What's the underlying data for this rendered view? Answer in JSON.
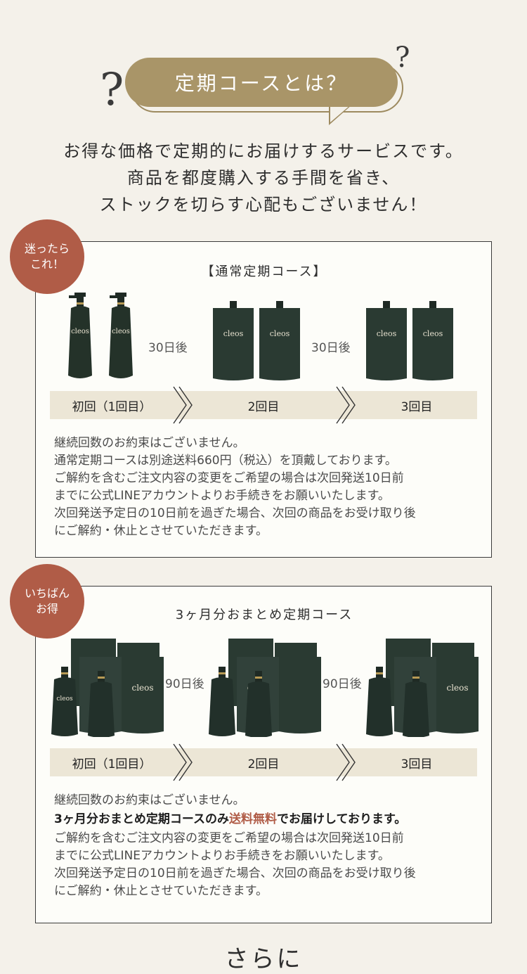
{
  "header": {
    "title": "定期コースとは？",
    "intro_lines": [
      "お得な価格で定期的にお届けするサービスです。",
      "商品を都度購入する手間を省き、",
      "ストックを切らす心配もございません！"
    ]
  },
  "courses": [
    {
      "badge_lines": [
        "迷ったら",
        "これ！"
      ],
      "title": "【通常定期コース】",
      "interval": "30日後",
      "steps": [
        "初回（1回目）",
        "2回目",
        "3回目"
      ],
      "notes": [
        "継続回数のお約束はございません。",
        "通常定期コースは別途送料660円（税込）を頂戴しております。",
        "ご解約を含むご注文内容の変更をご希望の場合は次回発送10日前",
        "までに公式LINEアカウントよりお手続きをお願いいたします。",
        "次回発送予定日の10日前を過ぎた場合、次回の商品をお受け取り後",
        "にご解約・休止とさせていただきます。"
      ]
    },
    {
      "badge_lines": [
        "いちばん",
        "お得"
      ],
      "title": "3ヶ月分おまとめ定期コース",
      "interval": "90日後",
      "steps": [
        "初回（1回目）",
        "2回目",
        "3回目"
      ],
      "note_first": "継続回数のお約束はございません。",
      "note_strong_a": "3ヶ月分おまとめ定期コースのみ",
      "note_strong_red": "送料無料",
      "note_strong_b": "でお届けしております。",
      "notes": [
        "ご解約を含むご注文内容の変更をご希望の場合は次回発送10日前",
        "までに公式LINEアカウントよりお手続きをお願いいたします。",
        "次回発送予定日の10日前を過ぎた場合、次回の商品をお受け取り後",
        "にご解約・休止とさせていただきます。"
      ]
    }
  ],
  "product_brand": "cleos",
  "footer_heading": "さらに",
  "colors": {
    "background": "#f4f1ea",
    "gold": "#a99568",
    "badge": "#b05c47",
    "product": "#243229"
  }
}
